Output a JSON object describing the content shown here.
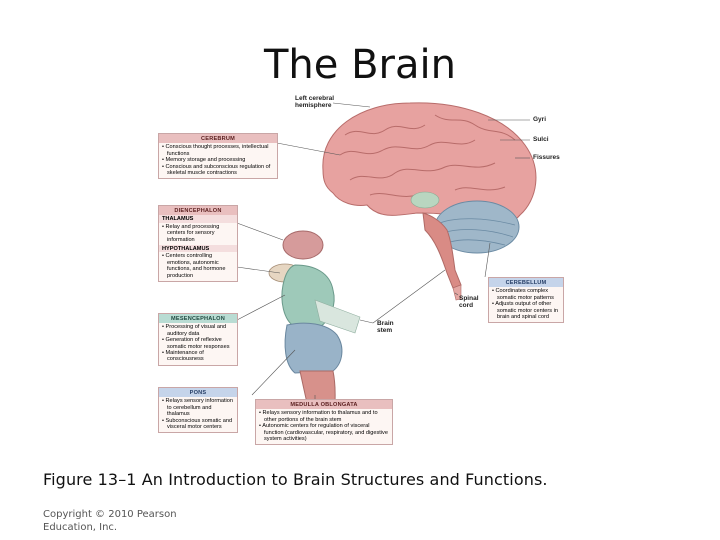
{
  "title": "The Brain",
  "caption": "Figure 13–1 An Introduction to Brain Structures and Functions.",
  "copyright": "Copyright © 2010 Pearson Education, Inc.",
  "labels": {
    "left_hemisphere": "Left cerebral hemisphere",
    "gyri": "Gyri",
    "sulci": "Sulci",
    "fissures": "Fissures",
    "spinal_cord": "Spinal cord",
    "brain_stem": "Brain stem"
  },
  "boxes": {
    "cerebrum": {
      "heading": "CEREBRUM",
      "items": [
        "Conscious thought processes, intellectual functions",
        "Memory storage and processing",
        "Conscious and subconscious regulation of skeletal muscle contractions"
      ]
    },
    "diencephalon": {
      "heading": "DIENCEPHALON",
      "thalamus": {
        "heading": "THALAMUS",
        "items": [
          "Relay and processing centers for sensory information"
        ]
      },
      "hypothalamus": {
        "heading": "HYPOTHALAMUS",
        "items": [
          "Centers controlling emotions, autonomic functions, and hormone production"
        ]
      }
    },
    "mesencephalon": {
      "heading": "MESENCEPHALON",
      "items": [
        "Processing of visual and auditory data",
        "Generation of reflexive somatic motor responses",
        "Maintenance of consciousness"
      ]
    },
    "pons": {
      "heading": "PONS",
      "items": [
        "Relays sensory information to cerebellum and thalamus",
        "Subconscious somatic and visceral motor centers"
      ]
    },
    "medulla": {
      "heading": "MEDULLA OBLONGATA",
      "items": [
        "Relays sensory information to thalamus and to other portions of the brain stem",
        "Autonomic centers for regulation of visceral function (cardiovascular, respiratory, and digestive system activities)"
      ]
    },
    "cerebellum": {
      "heading": "CEREBELLUM",
      "items": [
        "Coordinates complex somatic motor patterns",
        "Adjusts output of other somatic motor centers in brain and spinal cord"
      ]
    }
  }
}
